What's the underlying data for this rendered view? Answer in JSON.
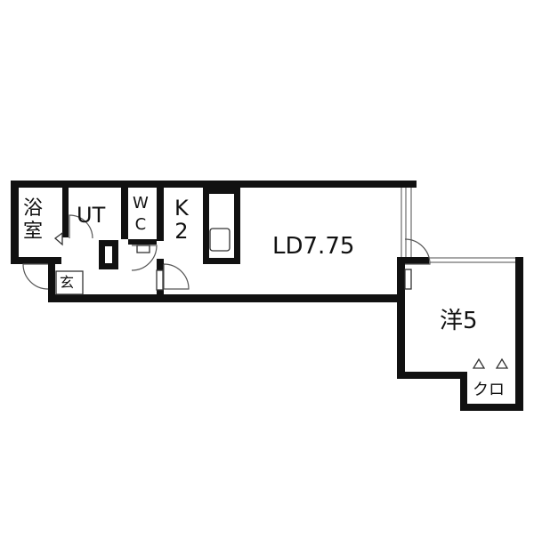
{
  "floor_plan": {
    "rooms": {
      "bath": {
        "label_line1": "浴",
        "label_line2": "室"
      },
      "utility": {
        "label": "UT"
      },
      "toilet": {
        "label_line1": "W",
        "label_line2": "C"
      },
      "kitchen": {
        "label_line1": "K",
        "label_line2": "2"
      },
      "living_dining": {
        "label": "LD7.75"
      },
      "western_room": {
        "label": "洋5"
      },
      "closet": {
        "label": "クロ"
      },
      "entrance": {
        "label": "玄"
      }
    },
    "colors": {
      "wall": "#111111",
      "line": "#333333",
      "window": "#888888",
      "background": "#ffffff"
    }
  }
}
